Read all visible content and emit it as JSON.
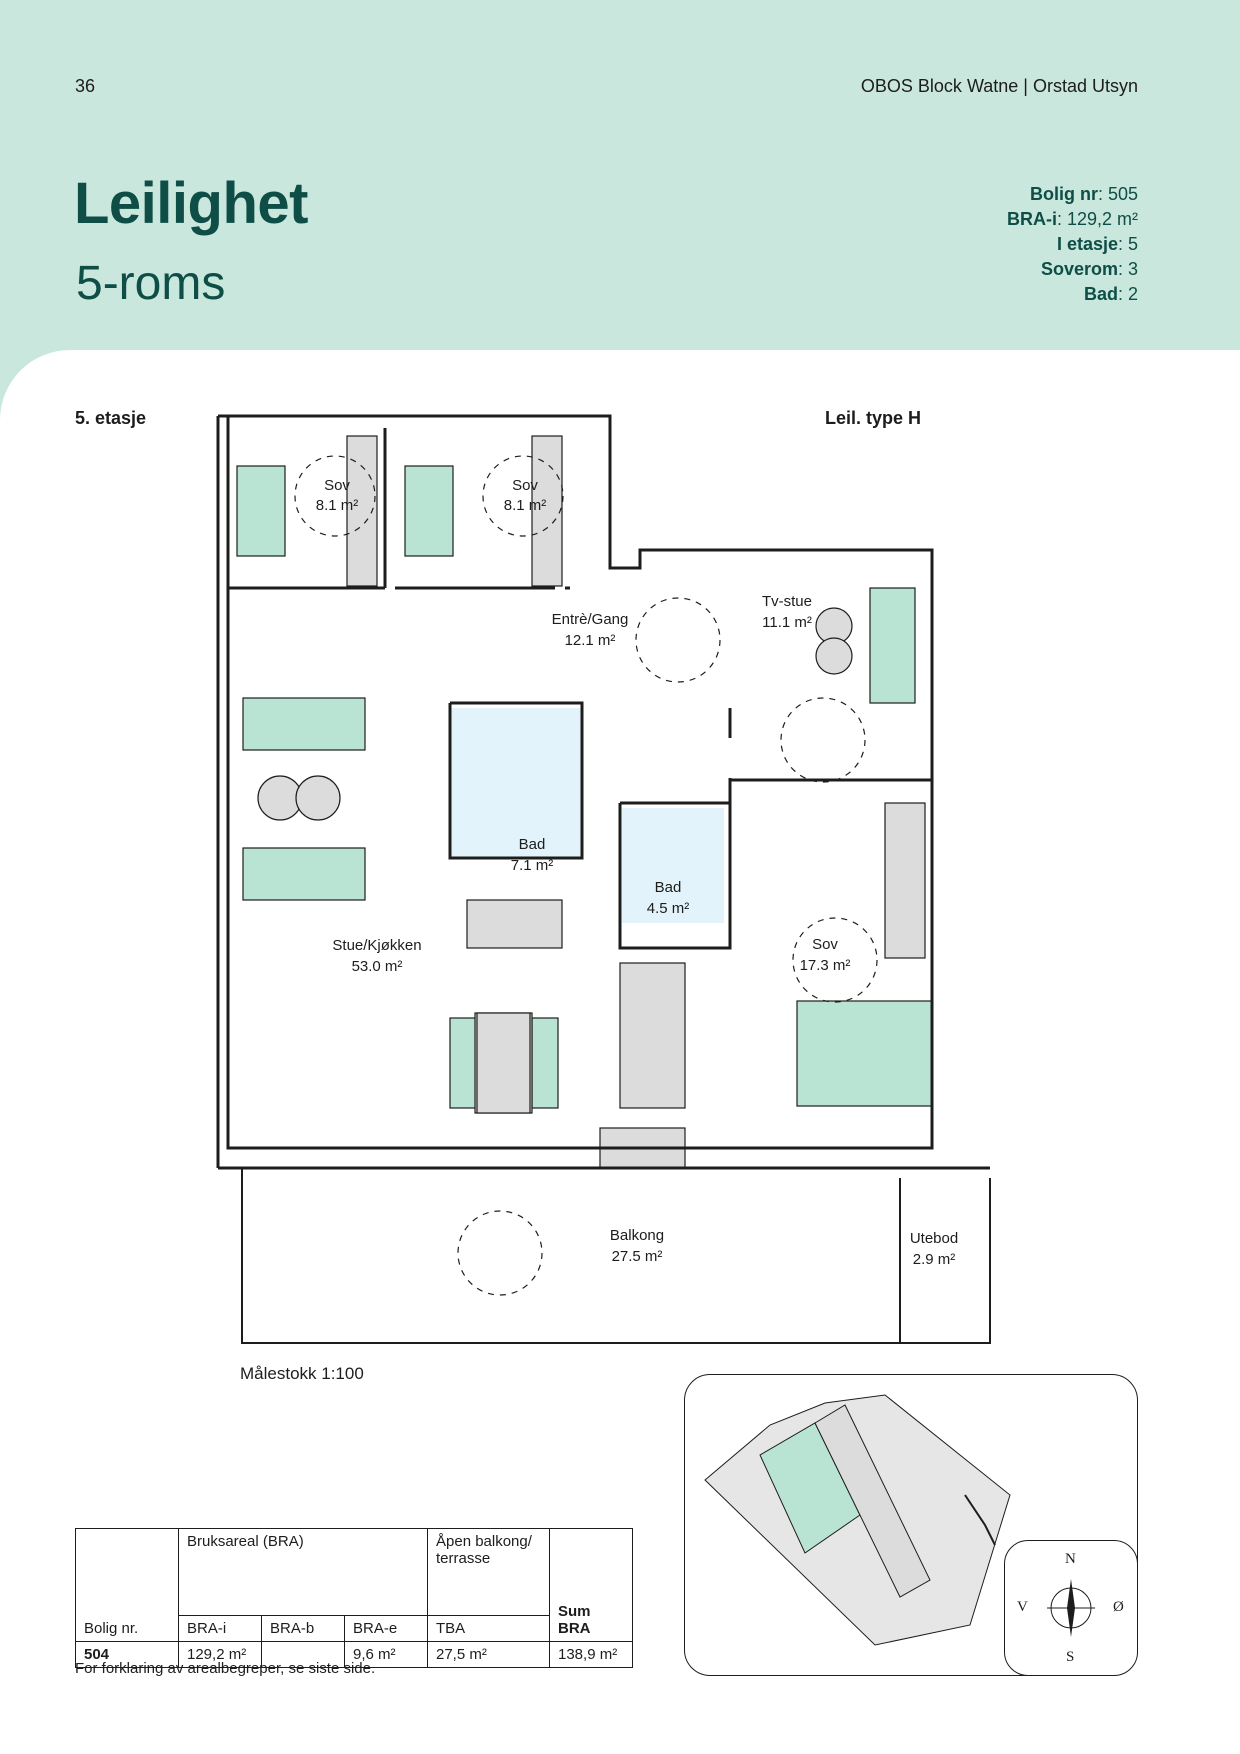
{
  "header": {
    "page_number": "36",
    "brand": "OBOS Block Watne | Orstad Utsyn",
    "title": "Leilighet",
    "subtitle": "5-roms"
  },
  "facts": [
    {
      "label": "Bolig nr",
      "value": ": 505"
    },
    {
      "label": "BRA-i",
      "value": ": 129,2 m²"
    },
    {
      "label": "I etasje",
      "value": ": 5"
    },
    {
      "label": "Soverom",
      "value": ": 3"
    },
    {
      "label": "Bad",
      "value": ": 2"
    }
  ],
  "plan": {
    "floor_label": "5. etasje",
    "type_label": "Leil. type H",
    "scale": "Målestokk 1:100",
    "rooms": [
      {
        "name": "Sov",
        "area": "8.1 m²"
      },
      {
        "name": "Sov",
        "area": "8.1 m²"
      },
      {
        "name": "Entrè/Gang",
        "area": "12.1 m²"
      },
      {
        "name": "Tv-stue",
        "area": "11.1 m²"
      },
      {
        "name": "Bad",
        "area": "7.1 m²"
      },
      {
        "name": "Bad",
        "area": "4.5 m²"
      },
      {
        "name": "Stue/Kjøkken",
        "area": "53.0 m²"
      },
      {
        "name": "Sov",
        "area": "17.3 m²"
      },
      {
        "name": "Balkong",
        "area": "27.5 m²"
      },
      {
        "name": "Utebod",
        "area": "2.9 m²"
      }
    ],
    "colors": {
      "furniture": "#b9e3d3",
      "bath": "#e3f3fb",
      "wall": "#1d1d1b",
      "accent": "#0e4e46",
      "gray": "#dcdcdc"
    }
  },
  "table": {
    "group_header": "Bruksareal (BRA)",
    "balcony_header": "Åpen balkong/ terrasse",
    "sum_header": "Sum BRA",
    "columns": [
      "Bolig nr.",
      "BRA-i",
      "BRA-b",
      "BRA-e",
      "TBA"
    ],
    "row": {
      "bolig": "504",
      "bra_i": "129,2 m²",
      "bra_b": "",
      "bra_e": "9,6 m²",
      "tba": "27,5 m²",
      "sum": "138,9 m²"
    }
  },
  "footnote": "For forklaring av arealbegreper, se siste side.",
  "compass": {
    "n": "N",
    "s": "S",
    "v": "V",
    "o": "Ø"
  }
}
